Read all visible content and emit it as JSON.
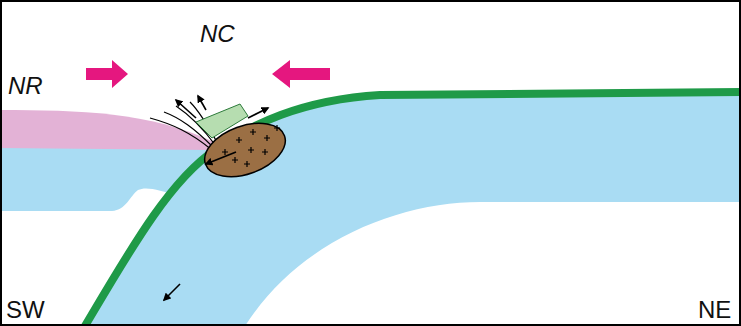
{
  "diagram": {
    "labels": [
      "NC",
      "NR",
      "SW",
      "NE"
    ]
  }
}
